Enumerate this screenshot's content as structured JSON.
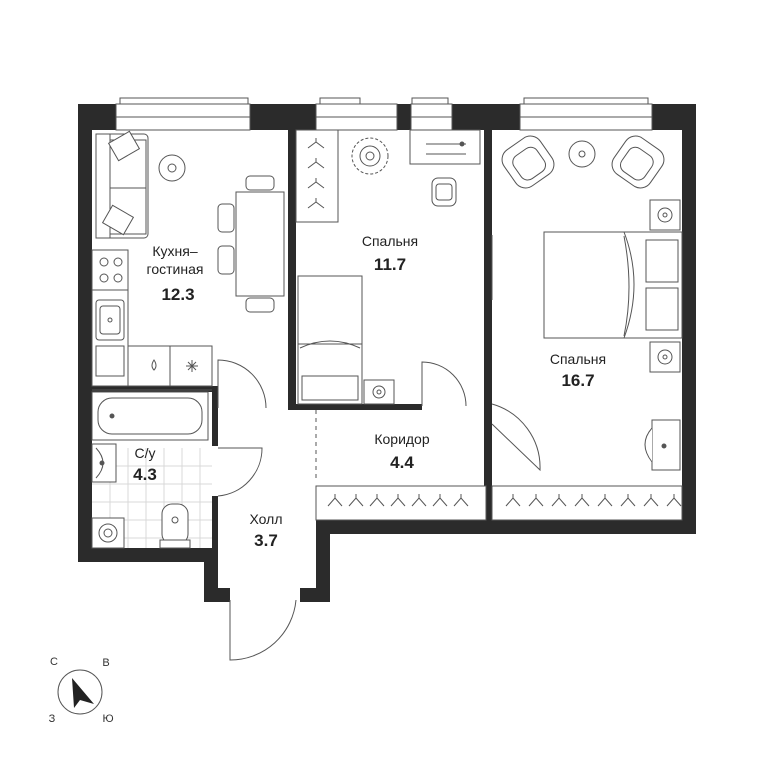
{
  "rooms": [
    {
      "id": "kitchen",
      "name_lines": [
        "Кухня–",
        "гостиная"
      ],
      "area": "12.3"
    },
    {
      "id": "bedroom1",
      "name_lines": [
        "Спальня"
      ],
      "area": "11.7"
    },
    {
      "id": "bedroom2",
      "name_lines": [
        "Спальня"
      ],
      "area": "16.7"
    },
    {
      "id": "bathroom",
      "name_lines": [
        "С/у"
      ],
      "area": "4.3"
    },
    {
      "id": "corridor",
      "name_lines": [
        "Коридор"
      ],
      "area": "4.4"
    },
    {
      "id": "hall",
      "name_lines": [
        "Холл"
      ],
      "area": "3.7"
    }
  ],
  "compass": {
    "north": "С",
    "east": "В",
    "south": "Ю",
    "west": "З"
  },
  "colors": {
    "wall": "#2b2b2b",
    "line": "#555555",
    "tile": "#d8d8d8"
  }
}
